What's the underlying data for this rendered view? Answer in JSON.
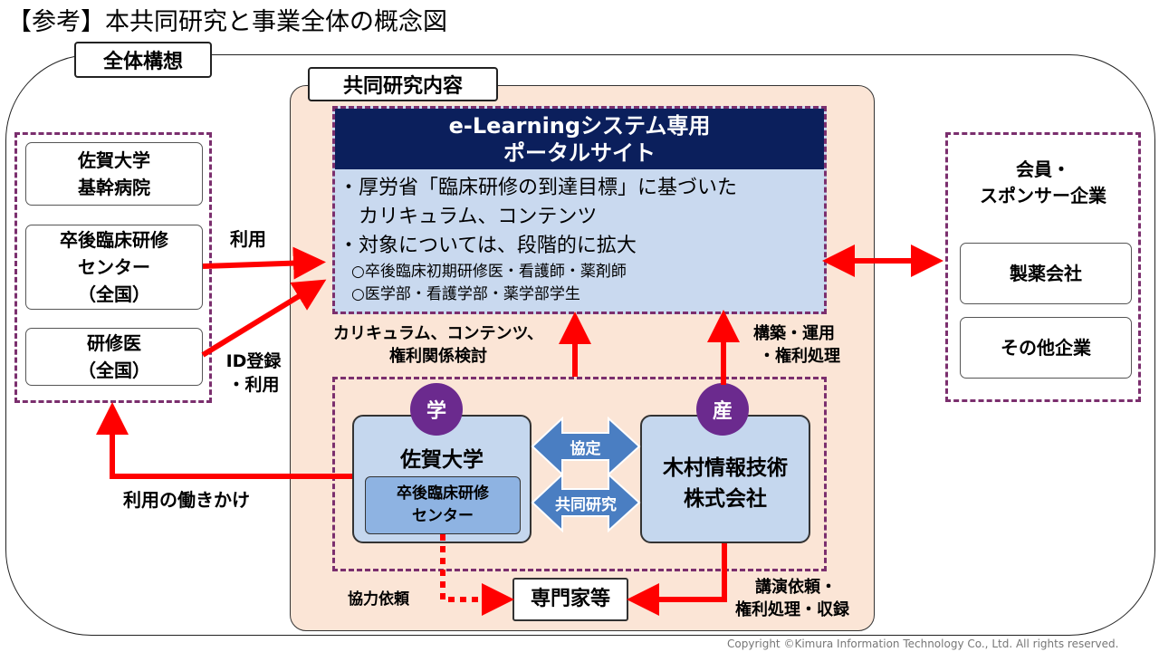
{
  "title": "【参考】本共同研究と事業全体の概念図",
  "overall_label": "全体構想",
  "inner_label": "共同研究内容",
  "left_boxes": [
    {
      "lines": [
        "佐賀大学",
        "基幹病院"
      ]
    },
    {
      "lines": [
        "卒後臨床研修",
        "センター",
        "（全国）"
      ]
    },
    {
      "lines": [
        "研修医",
        "（全国）"
      ]
    }
  ],
  "portal": {
    "title_lines": [
      "e-Learningシステム専用",
      "ポータルサイト"
    ],
    "lines": [
      "・厚労省「臨床研修の到達目標」に基づいた",
      "　カリキュラム、コンテンツ",
      "・対象については、段階的に拡大",
      "○卒後臨床初期研修医・看護師・薬剤師",
      "○医学部・看護学部・薬学部学生"
    ]
  },
  "right_group": {
    "heading_lines": [
      "会員・",
      "スポンサー企業"
    ],
    "boxes": [
      "製薬会社",
      "その他企業"
    ]
  },
  "labels": {
    "riyou": "利用",
    "id_lines": [
      "ID登録",
      "・利用"
    ],
    "curriculum_lines": [
      "カリキュラム、コンテンツ、",
      "権利関係検討"
    ],
    "kouchiku_lines": [
      "構築・運用",
      "・権利処理"
    ],
    "hatarakikake": "利用の働きかけ",
    "kyouryoku": "協力依頼",
    "kouen_lines": [
      "講演依頼・",
      "権利処理・収録"
    ]
  },
  "saga": {
    "badge": "学",
    "name": "佐賀大学",
    "center_lines": [
      "卒後臨床研修",
      "センター"
    ]
  },
  "kimura": {
    "badge": "産",
    "name_lines": [
      "木村情報技術",
      "株式会社"
    ]
  },
  "arrows": {
    "kyoutei": "協定",
    "kyoudou": "共同研究"
  },
  "experts": "専門家等",
  "copyright": "Copyright ©Kimura Information Technology Co., Ltd. All rights reserved.",
  "colors": {
    "arrow_red": "#ff0000",
    "portal_header": "#0b1f5c",
    "portal_body": "#c9d9ef",
    "inner_bg": "#fbe5d6",
    "dash_purple": "#7b2f6e",
    "badge_purple": "#6b2a8e",
    "double_arrow_blue": "#4a7ec2"
  }
}
